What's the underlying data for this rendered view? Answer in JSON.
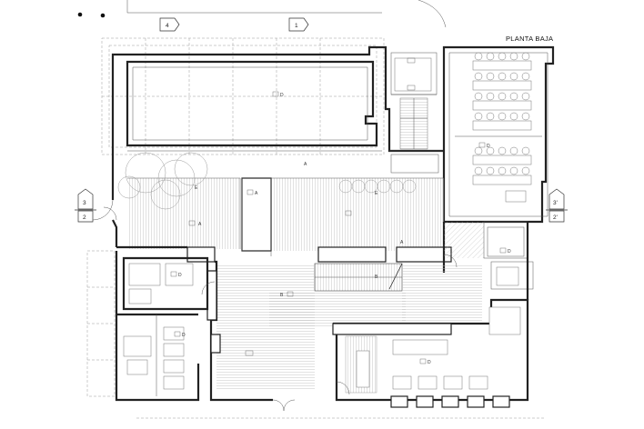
{
  "title": "PLANTA BAJA",
  "section_markers": {
    "top_left": "4",
    "top_right": "1",
    "left_upper": "3",
    "left_lower": "2",
    "right_upper": "3'",
    "right_lower": "2'"
  },
  "room_labels": {
    "upper_hall": "D",
    "right_hall": "D",
    "patio_a_top": "A",
    "patio_e_left": "E",
    "patio_a_left": "A",
    "passage_a_center": "A",
    "patio_e_right": "E",
    "patio_a_bottom": "A",
    "stair_b": "B",
    "office_d": "D",
    "gallery_b": "B",
    "wc_d": "D",
    "small_d": "D",
    "lower_right_d": "D"
  }
}
